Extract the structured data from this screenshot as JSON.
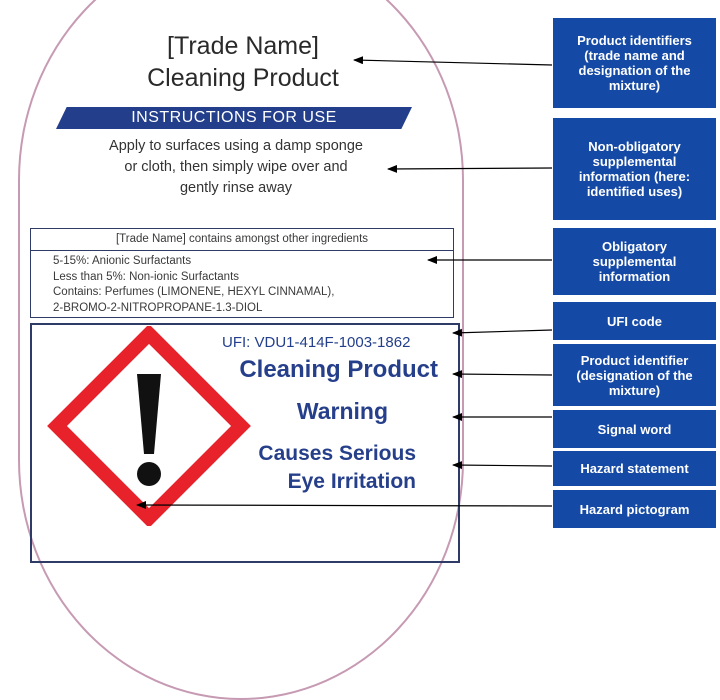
{
  "label": {
    "trade_name": "[Trade Name]",
    "product_title": "Cleaning Product",
    "instructions_header": "INSTRUCTIONS FOR USE",
    "instructions": [
      "Apply to surfaces using a damp sponge",
      "or cloth, then simply wipe over and",
      "gently rinse away"
    ],
    "ingredients_header": "[Trade Name] contains amongst other ingredients",
    "ingredients": [
      "5-15%: Anionic Surfactants",
      "Less than 5%: Non-ionic Surfactants",
      "Contains: Perfumes (LIMONENE, HEXYL CINNAMAL),",
      "2-BROMO-2-NITROPROPANE-1.3-DIOL"
    ],
    "ufi": "UFI: VDU1-414F-1003-1862",
    "product_identifier": "Cleaning Product",
    "signal_word": "Warning",
    "hazard_statement": [
      "Causes Serious",
      "Eye Irritation"
    ]
  },
  "callouts": [
    "Product identifiers (trade name and designation of the mixture)",
    "Non-obligatory supplemental information (here: identified uses)",
    "Obligatory supplemental information",
    "UFI code",
    "Product identifier (designation of the mixture)",
    "Signal word",
    "Hazard statement",
    "Hazard pictogram"
  ],
  "colors": {
    "callout_fill": "#1549a6",
    "banner_fill": "#233f8c",
    "hazard_text": "#263f8a",
    "pictogram_border": "#e8222a",
    "label_outline": "#c79ab3"
  },
  "icons": {
    "pictogram": "ghs-exclamation-mark-icon"
  }
}
